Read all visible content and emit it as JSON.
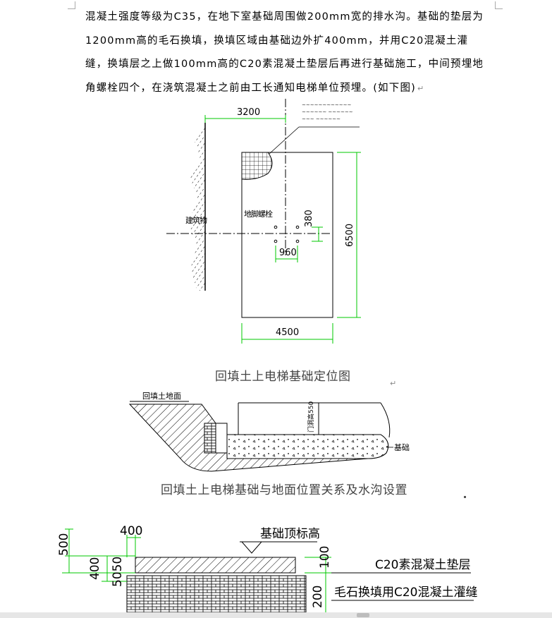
{
  "paragraph": {
    "text": "混凝土强度等级为C35，在地下室基础周围做200mm宽的排水沟。基础的垫层为1200mm高的毛石换填，换填区域由基础边外扩400mm，并用C20混凝土灌缝，换填层之上做100mm高的C20素混凝土垫层后再进行基础施工，中间预埋地角螺栓四个，在浇筑混凝土之前由工长通知电梯单位预埋。(如下图)",
    "return_mark": "↵"
  },
  "figure1": {
    "dim_3200": "3200",
    "dim_6500": "6500",
    "dim_4500": "4500",
    "dim_380": "380",
    "dim_960": "960",
    "wall_label": "建筑物",
    "bolt_label": "地脚螺栓",
    "note_lines": [
      "~~~~~~~~~~~~",
      "~~~~~~ ~~~~~~",
      "~~~  ~~~~~~"
    ],
    "caption": "回填土上电梯基础定位图",
    "caption_mark": "↵"
  },
  "figure2": {
    "ground_label": "回填土地面",
    "height_label": "门洞高550",
    "foundation_label": "基础",
    "caption": "回填土上电梯基础与地面位置关系及水沟设置"
  },
  "figure3": {
    "dim_400": "400",
    "dim_500": "500",
    "dim_400b": "400",
    "dim_5050": "5050",
    "dim_100": "100",
    "dim_200": "200",
    "top_label": "基础顶标高",
    "cushion_label": "C20素混凝土垫层",
    "fill_label": "毛石换填用C20混凝土灌缝"
  },
  "colors": {
    "dimension": "#00c800",
    "line": "#000000"
  }
}
